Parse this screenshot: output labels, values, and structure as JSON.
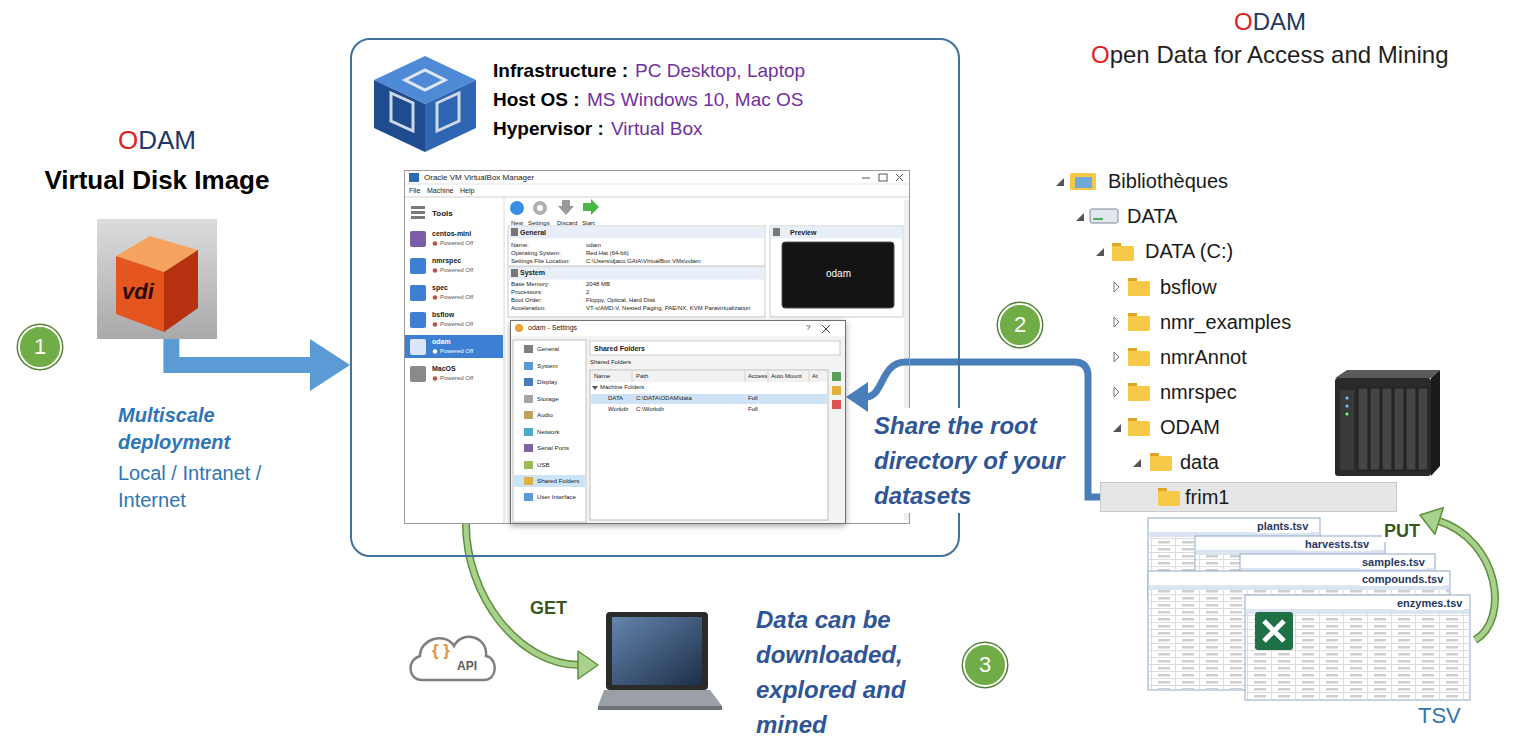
{
  "diagram": {
    "nodes": [
      {
        "text": [
          "vdi"
        ]
      },
      {
        "text": [
          "1"
        ]
      },
      {
        "text": [
          "Infrastructure :",
          "PC Desktop, Laptop",
          "Host OS :",
          "MS Windows 10, Mac OS",
          "Hypervisor :",
          "Virtual Box"
        ]
      },
      {
        "text": [
          "Oracle VM VirtualBox Manager",
          "File",
          "Machine",
          "Help",
          "Tools",
          "centos-mini",
          "Powered Off",
          "nmrspec",
          "Powered Off",
          "spec",
          "Powered Off",
          "bsflow",
          "Powered Off",
          "odam",
          "Powered Off",
          "MacOS",
          "Powered Off",
          "New",
          "Settings",
          "Discard",
          "Start",
          "General",
          "Name:",
          "odam",
          "Operating System:",
          "Red Hat (64-bit)",
          "Settings File Location:",
          "C:\\Users\\djaco.GAIA\\VirtualBox VMs\\odam",
          "System",
          "Base Memory:",
          "2048 MB",
          "Processors:",
          "2",
          "Boot Order:",
          "Floppy, Optical, Hard Disk",
          "Acceleration:",
          "VT-x/AMD-V, Nested Paging, PAE/NX, KVM Paravirtualization",
          "Preview",
          "odam"
        ],
        "in": 2
      },
      {
        "text": [
          "odam - Settings",
          "?",
          "General",
          "System",
          "Display",
          "Storage",
          "Audio",
          "Network",
          "Serial Ports",
          "USB",
          "Shared Folders",
          "User Interface",
          "Shared Folders",
          "Shared Folders",
          "Name",
          "Path",
          "Access",
          "Auto Mount",
          "At",
          "Machine Folders",
          "DATA",
          "C:\\DATA\\ODAM\\data",
          "Full",
          "Workdir",
          "C:\\Workdir",
          "Full"
        ],
        "in": 3
      },
      {
        "text": [
          "2"
        ]
      },
      {
        "text": [
          "Bibliothèques",
          "DATA",
          "DATA (C:)",
          "bsflow",
          "nmr_examples",
          "nmrAnnot",
          "nmrspec",
          "ODAM",
          "data"
        ]
      },
      {
        "text": [
          "frim1"
        ],
        "in": 6
      },
      {
        "text": [
          "3"
        ]
      },
      {
        "text": [
          "Data can be downloaded, explored and mined"
        ]
      },
      {
        "text": [
          "plants.tsv",
          "harvests.tsv",
          "samples.tsv",
          "compounds.tsv",
          "enzymes.tsv",
          "TSV"
        ]
      }
    ],
    "edges": [
      {
        "from": 0,
        "to": 2,
        "arrow": "to"
      },
      {
        "from": 7,
        "to": 4,
        "arrow": "to",
        "label": "Share the root directory of your datasets"
      },
      {
        "from": 3,
        "to": 9,
        "arrow": "to",
        "label": "GET"
      },
      {
        "from": 10,
        "to": 6,
        "arrow": "to",
        "label": "PUT"
      }
    ],
    "labels": [
      "ODAM",
      "Virtual Disk Image",
      "Multiscale deployment",
      "Local / Intranet / Internet",
      "ODAM",
      "Open Data for Access and Mining",
      "{ }",
      "API"
    ]
  }
}
